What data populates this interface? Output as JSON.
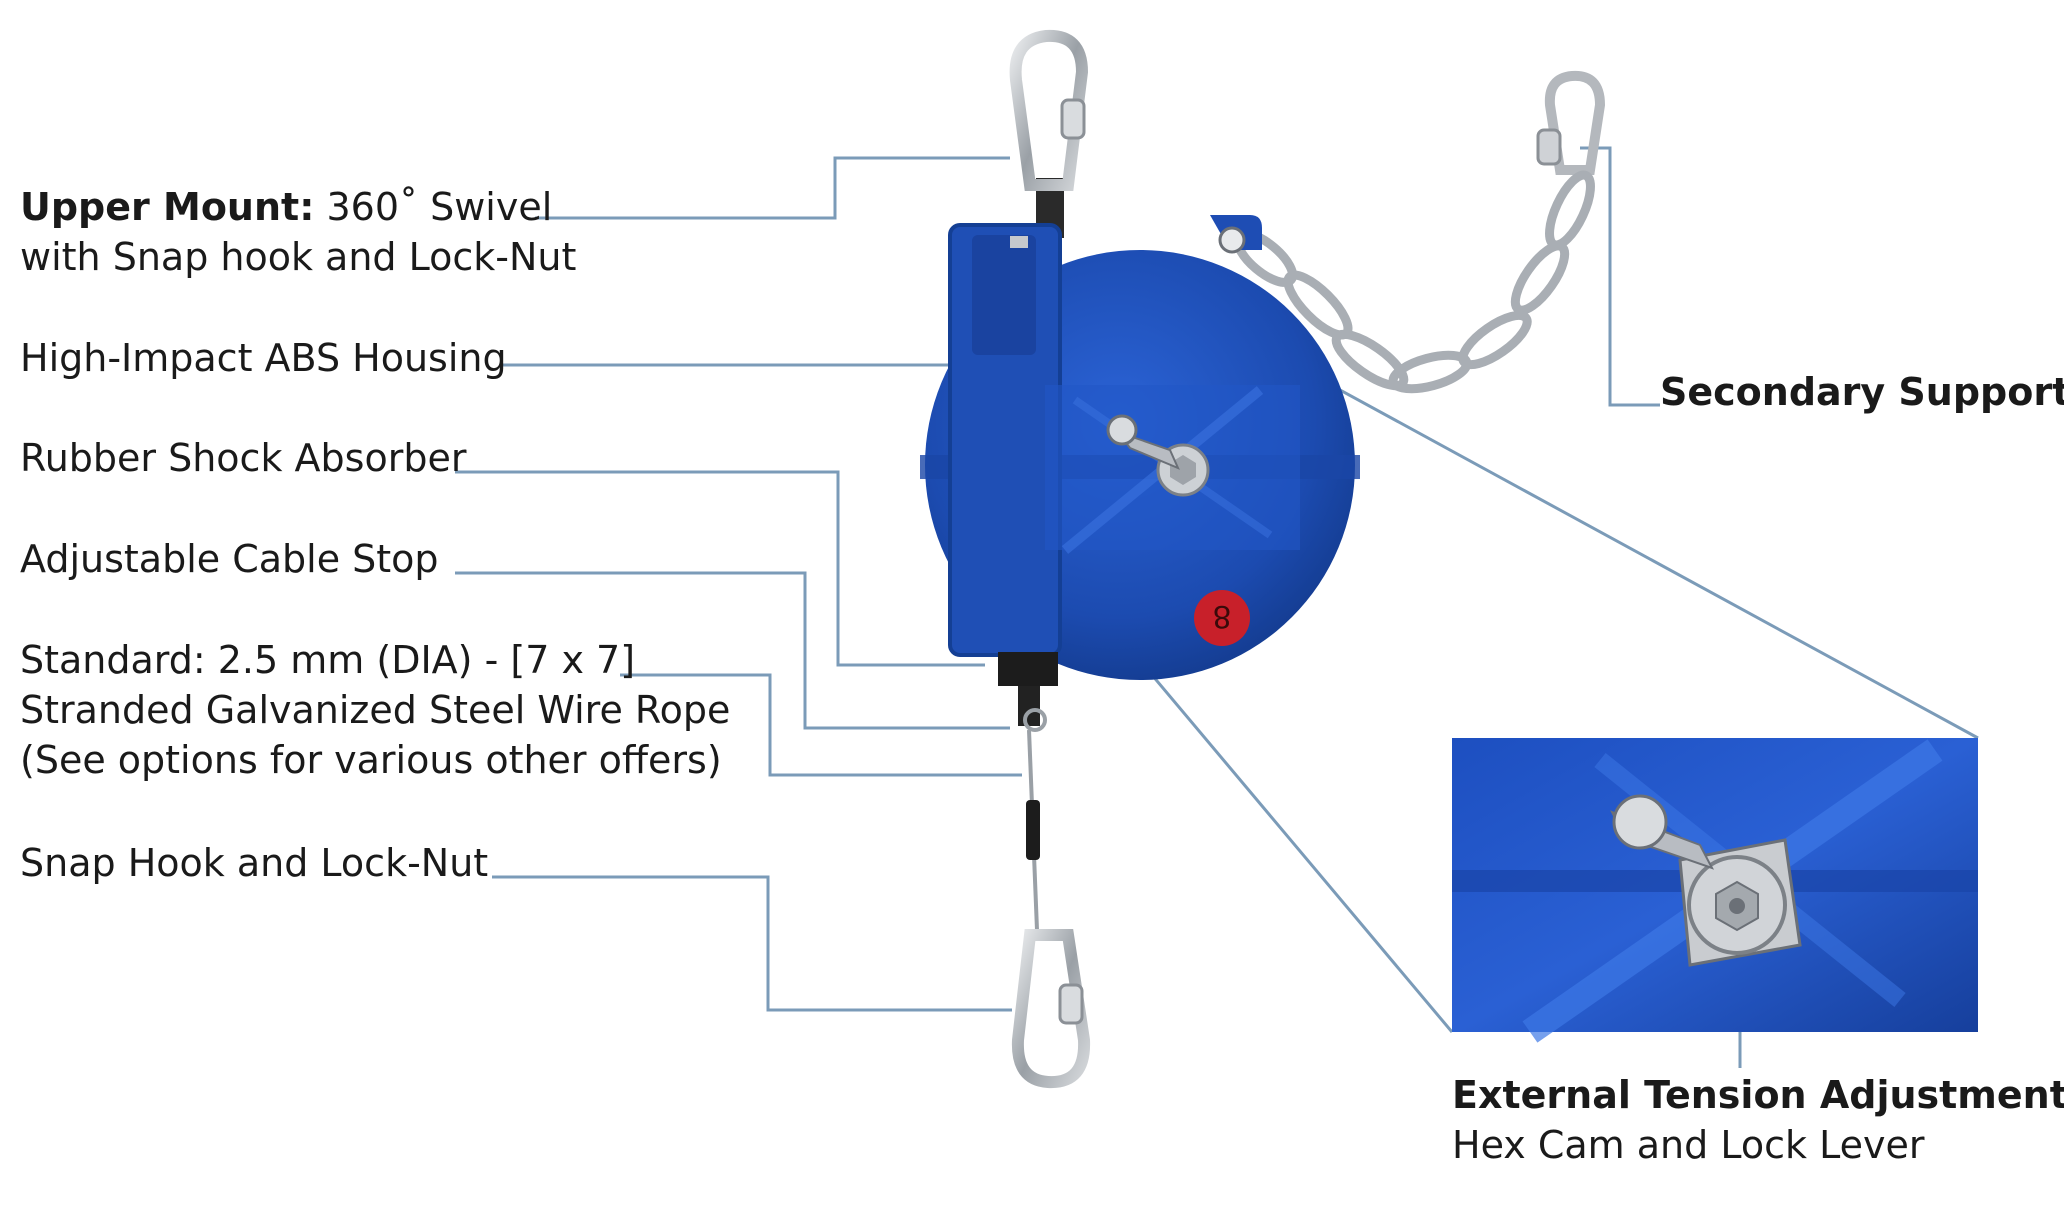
{
  "labels": {
    "upper_mount": {
      "title": "Upper Mount:",
      "text_1": "360˚ Swivel",
      "text_2": "with Snap hook and Lock-Nut"
    },
    "housing": "High-Impact ABS Housing",
    "shock_absorber": "Rubber Shock Absorber",
    "cable_stop": "Adjustable Cable Stop",
    "wire_rope": {
      "line_1": "Standard: 2.5 mm (DIA) - [7 x 7]",
      "line_2": "Stranded Galvanized Steel Wire Rope",
      "line_3": "(See options for various other offers)"
    },
    "snap_hook": "Snap Hook and Lock-Nut",
    "secondary_support": "Secondary Support",
    "tension": {
      "title": "External Tension Adjustment:",
      "subtitle": "Hex Cam and Lock Lever"
    }
  },
  "housing_badge": "8",
  "colors": {
    "leader_line": "#7b9bb8",
    "housing_blue": "#1f4fb5",
    "housing_dark": "#163a8a",
    "badge_red": "#c8202a",
    "steel": "#b8bcc2"
  }
}
